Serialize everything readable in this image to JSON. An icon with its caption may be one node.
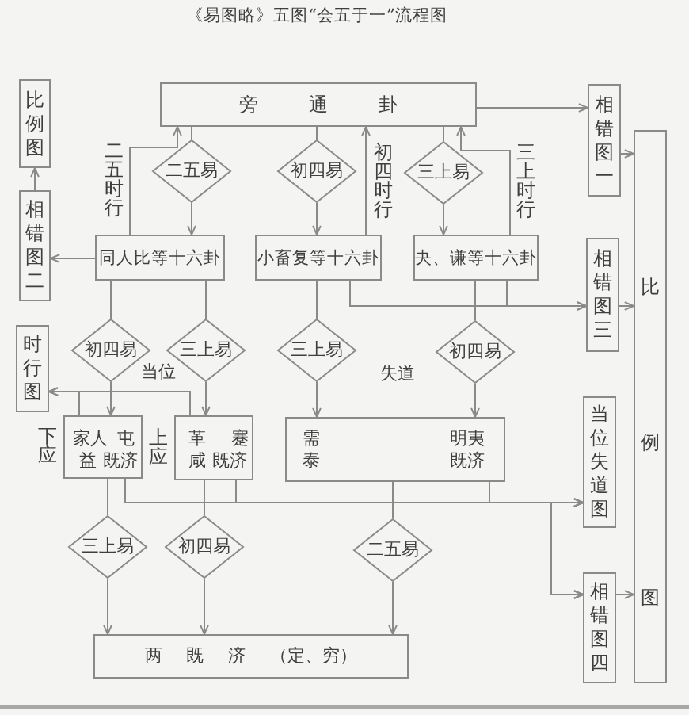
{
  "diagram": {
    "title": "《易图略》五图“会五于一”流程图",
    "nodes": [
      {
        "text": [
          "比例图"
        ]
      },
      {
        "text": [
          "旁 通 卦"
        ]
      },
      {
        "text": [
          "相错图一"
        ]
      },
      {
        "text": [
          "比例图"
        ]
      },
      {
        "text": [
          "二五易"
        ]
      },
      {
        "text": [
          "初四易"
        ]
      },
      {
        "text": [
          "三上易"
        ]
      },
      {
        "text": [
          "相错图二"
        ]
      },
      {
        "text": [
          "同人比等十六卦"
        ]
      },
      {
        "text": [
          "小畜复等十六卦"
        ]
      },
      {
        "text": [
          "夬、谦等十六卦"
        ]
      },
      {
        "text": [
          "相错图三"
        ]
      },
      {
        "text": [
          "时行图"
        ]
      },
      {
        "text": [
          "初四易"
        ]
      },
      {
        "text": [
          "三上易"
        ]
      },
      {
        "text": [
          "三上易"
        ]
      },
      {
        "text": [
          "初四易"
        ]
      },
      {
        "text": [
          "当位失道图"
        ]
      },
      {
        "text": [
          "家人",
          "屯",
          "益",
          "既济"
        ]
      },
      {
        "text": [
          "革",
          "蹇",
          "咸",
          "既济"
        ]
      },
      {
        "text": [
          "需",
          "泰",
          "明夷",
          "既济"
        ]
      },
      {
        "text": [
          "三上易"
        ]
      },
      {
        "text": [
          "初四易"
        ]
      },
      {
        "text": [
          "二五易"
        ]
      },
      {
        "text": [
          "相错图四"
        ]
      },
      {
        "text": [
          "两 既 济 （定、穷）"
        ]
      }
    ],
    "edges": [
      {
        "from": 1,
        "to": 2,
        "arrow": "to"
      },
      {
        "from": 1,
        "to": 4,
        "arrow": "none"
      },
      {
        "from": 4,
        "to": 8,
        "arrow": "to"
      },
      {
        "from": 1,
        "to": 5,
        "arrow": "none"
      },
      {
        "from": 5,
        "to": 9,
        "arrow": "to"
      },
      {
        "from": 1,
        "to": 6,
        "arrow": "none"
      },
      {
        "from": 6,
        "to": 10,
        "arrow": "to"
      },
      {
        "from": 8,
        "to": 1,
        "arrow": "to",
        "label": "二五时行"
      },
      {
        "from": 9,
        "to": 1,
        "arrow": "to",
        "label": "初四时行"
      },
      {
        "from": 10,
        "to": 1,
        "arrow": "to",
        "label": "三上时行"
      },
      {
        "from": 2,
        "to": 3,
        "arrow": "to"
      },
      {
        "from": 7,
        "to": 0,
        "arrow": "to"
      },
      {
        "from": 8,
        "to": 7,
        "arrow": "to"
      },
      {
        "from": 9,
        "to": 11,
        "arrow": "to"
      },
      {
        "from": 10,
        "to": 11,
        "arrow": "to"
      },
      {
        "from": 11,
        "to": 3,
        "arrow": "to"
      },
      {
        "from": 8,
        "to": 13,
        "arrow": "none"
      },
      {
        "from": 13,
        "to": 18,
        "arrow": "to"
      },
      {
        "from": 8,
        "to": 14,
        "arrow": "none"
      },
      {
        "from": 14,
        "to": 19,
        "arrow": "to"
      },
      {
        "from": 9,
        "to": 15,
        "arrow": "none"
      },
      {
        "from": 15,
        "to": 20,
        "arrow": "to"
      },
      {
        "from": 10,
        "to": 16,
        "arrow": "none"
      },
      {
        "from": 16,
        "to": 20,
        "arrow": "to"
      },
      {
        "from": 18,
        "to": 12,
        "arrow": "to"
      },
      {
        "from": 19,
        "to": 12,
        "arrow": "to"
      },
      {
        "from": 18,
        "to": 17,
        "arrow": "to"
      },
      {
        "from": 19,
        "to": 17,
        "arrow": "to"
      },
      {
        "from": 20,
        "to": 17,
        "arrow": "to"
      },
      {
        "from": 18,
        "to": 24,
        "arrow": "to"
      },
      {
        "from": 19,
        "to": 24,
        "arrow": "to"
      },
      {
        "from": 20,
        "to": 24,
        "arrow": "to"
      },
      {
        "from": 18,
        "to": 21,
        "arrow": "none"
      },
      {
        "from": 21,
        "to": 25,
        "arrow": "to"
      },
      {
        "from": 19,
        "to": 22,
        "arrow": "none"
      },
      {
        "from": 22,
        "to": 25,
        "arrow": "to"
      },
      {
        "from": 20,
        "to": 23,
        "arrow": "none"
      },
      {
        "from": 23,
        "to": 25,
        "arrow": "to"
      },
      {
        "from": 24,
        "to": 3,
        "arrow": "to"
      }
    ],
    "labels": [
      "当位",
      "失道",
      "下应",
      "上应"
    ]
  }
}
